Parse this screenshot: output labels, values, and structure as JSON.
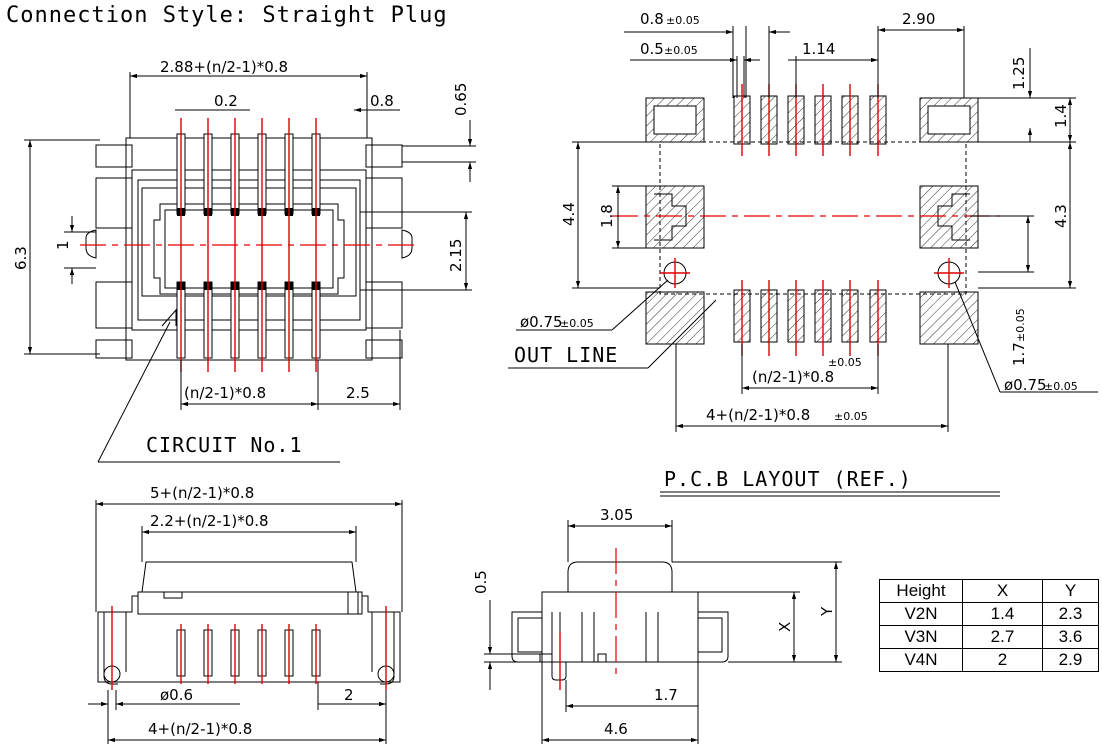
{
  "title": "Connection Style: Straight Plug",
  "circuit_label": "CIRCUIT No.1",
  "pcb_layout_label": "P.C.B LAYOUT (REF.)",
  "outline_label": "OUT LINE",
  "top_view_dims": {
    "width_formula": "2.88+(n/2-1)*0.8",
    "d_0_2": "0.2",
    "d_0_8": "0.8",
    "d_0_65": "0.65",
    "d_6_3": "6.3",
    "d_1": "1",
    "d_2_15": "2.15",
    "pitch_formula": "(n/2-1)*0.8",
    "d_2_5": "2.5"
  },
  "pcb_dims": {
    "d_0_8": "0.8",
    "tol_0_8": "±0.05",
    "d_0_5": "0.5",
    "tol_0_5": "±0.05",
    "d_1_14": "1.14",
    "d_2_90": "2.90",
    "d_1_25": "1.25",
    "d_1_4": "1.4",
    "d_4_4": "4.4",
    "d_1_8": "1.8",
    "d_4_3": "4.3",
    "hole_left": "ø0.75",
    "hole_left_tol": "±0.05",
    "d_1_7": "1.7",
    "d_1_7_tol": "±0.05",
    "pitch_tol": "±0.05",
    "pitch_formula": "(n/2-1)*0.8",
    "width_formula": "4+(n/2-1)*0.8",
    "width_tol": "±0.05",
    "hole_right": "ø0.75",
    "hole_right_tol": "±0.05"
  },
  "front_view_dims": {
    "overall_formula": "5+(n/2-1)*0.8",
    "body_formula": "2.2+(n/2-1)*0.8",
    "d_phi_0_6": "ø0.6",
    "d_2": "2",
    "pins_formula": "4+(n/2-1)*0.8"
  },
  "side_view_dims": {
    "d_3_05": "3.05",
    "d_0_5": "0.5",
    "x_label": "X",
    "y_label": "Y",
    "d_1_7": "1.7",
    "d_4_6": "4.6"
  },
  "height_table": {
    "headers": [
      "Height",
      "X",
      "Y"
    ],
    "rows": [
      [
        "V2N",
        "1.4",
        "2.3"
      ],
      [
        "V3N",
        "2.7",
        "3.6"
      ],
      [
        "V4N",
        "2",
        "2.9"
      ]
    ]
  },
  "colors": {
    "centerline": "#e00000",
    "line": "#000000"
  }
}
